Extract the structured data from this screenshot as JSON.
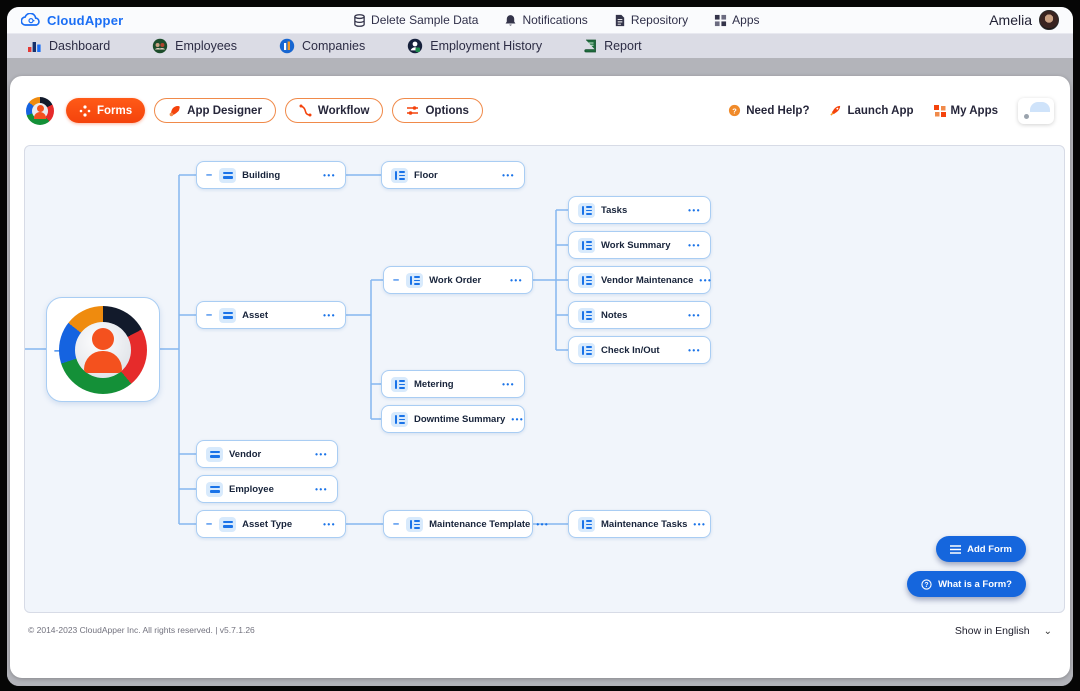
{
  "colors": {
    "accent_orange": "#f4430c",
    "brand_blue": "#1a6ef5",
    "node_border": "#a9cdf3",
    "connector": "#85b7f0",
    "action_blue": "#1566dd"
  },
  "header": {
    "brand": "CloudApper",
    "menu": [
      {
        "label": "Delete Sample Data",
        "icon": "database-icon"
      },
      {
        "label": "Notifications",
        "icon": "bell-icon"
      },
      {
        "label": "Repository",
        "icon": "document-icon"
      },
      {
        "label": "Apps",
        "icon": "apps-grid-icon"
      }
    ],
    "user": {
      "name": "Amelia"
    }
  },
  "nav": {
    "items": [
      {
        "label": "Dashboard",
        "icon": "bar-chart-icon"
      },
      {
        "label": "Employees",
        "icon": "employees-icon"
      },
      {
        "label": "Companies",
        "icon": "companies-icon"
      },
      {
        "label": "Employment History",
        "icon": "employment-history-icon"
      },
      {
        "label": "Report",
        "icon": "report-icon"
      }
    ]
  },
  "toolbar": {
    "primary": [
      {
        "id": "forms",
        "label": "Forms",
        "icon": "forms-icon",
        "active": true
      },
      {
        "id": "app-designer",
        "label": "App Designer",
        "icon": "app-designer-icon",
        "active": false
      },
      {
        "id": "workflow",
        "label": "Workflow",
        "icon": "workflow-icon",
        "active": false
      },
      {
        "id": "options",
        "label": "Options",
        "icon": "options-icon",
        "active": false
      }
    ],
    "secondary": [
      {
        "id": "need-help",
        "label": "Need Help?",
        "icon": "help-circle-icon"
      },
      {
        "id": "launch-app",
        "label": "Launch App",
        "icon": "rocket-icon"
      },
      {
        "id": "my-apps",
        "label": "My Apps",
        "icon": "my-apps-icon"
      }
    ]
  },
  "tree": {
    "nodes": [
      {
        "id": "building",
        "label": "Building",
        "icon": "menu-icon",
        "collapsible": true
      },
      {
        "id": "floor",
        "label": "Floor",
        "icon": "list-icon",
        "collapsible": false
      },
      {
        "id": "asset",
        "label": "Asset",
        "icon": "menu-icon",
        "collapsible": true
      },
      {
        "id": "work_order",
        "label": "Work Order",
        "icon": "list-icon",
        "collapsible": true
      },
      {
        "id": "tasks",
        "label": "Tasks",
        "icon": "list-icon",
        "collapsible": false
      },
      {
        "id": "work_summary",
        "label": "Work Summary",
        "icon": "list-icon",
        "collapsible": false
      },
      {
        "id": "vendor_maintenance",
        "label": "Vendor Maintenance",
        "icon": "list-icon",
        "collapsible": false
      },
      {
        "id": "notes",
        "label": "Notes",
        "icon": "list-icon",
        "collapsible": false
      },
      {
        "id": "check_in_out",
        "label": "Check In/Out",
        "icon": "list-icon",
        "collapsible": false
      },
      {
        "id": "metering",
        "label": "Metering",
        "icon": "list-icon",
        "collapsible": false
      },
      {
        "id": "downtime_summary",
        "label": "Downtime Summary",
        "icon": "list-icon",
        "collapsible": false
      },
      {
        "id": "vendor",
        "label": "Vendor",
        "icon": "menu-icon",
        "collapsible": false
      },
      {
        "id": "employee",
        "label": "Employee",
        "icon": "menu-icon",
        "collapsible": false
      },
      {
        "id": "asset_type",
        "label": "Asset Type",
        "icon": "menu-icon",
        "collapsible": true
      },
      {
        "id": "maintenance_template",
        "label": "Maintenance Template",
        "icon": "list-icon",
        "collapsible": true
      },
      {
        "id": "maintenance_tasks",
        "label": "Maintenance Tasks",
        "icon": "list-icon",
        "collapsible": false
      }
    ]
  },
  "actions": {
    "add_form": "Add Form",
    "what_is_form": "What is a Form?"
  },
  "footer": {
    "copyright": "© 2014-2023 CloudApper Inc. All rights reserved. | v5.7.1.26",
    "language": "Show in English"
  }
}
